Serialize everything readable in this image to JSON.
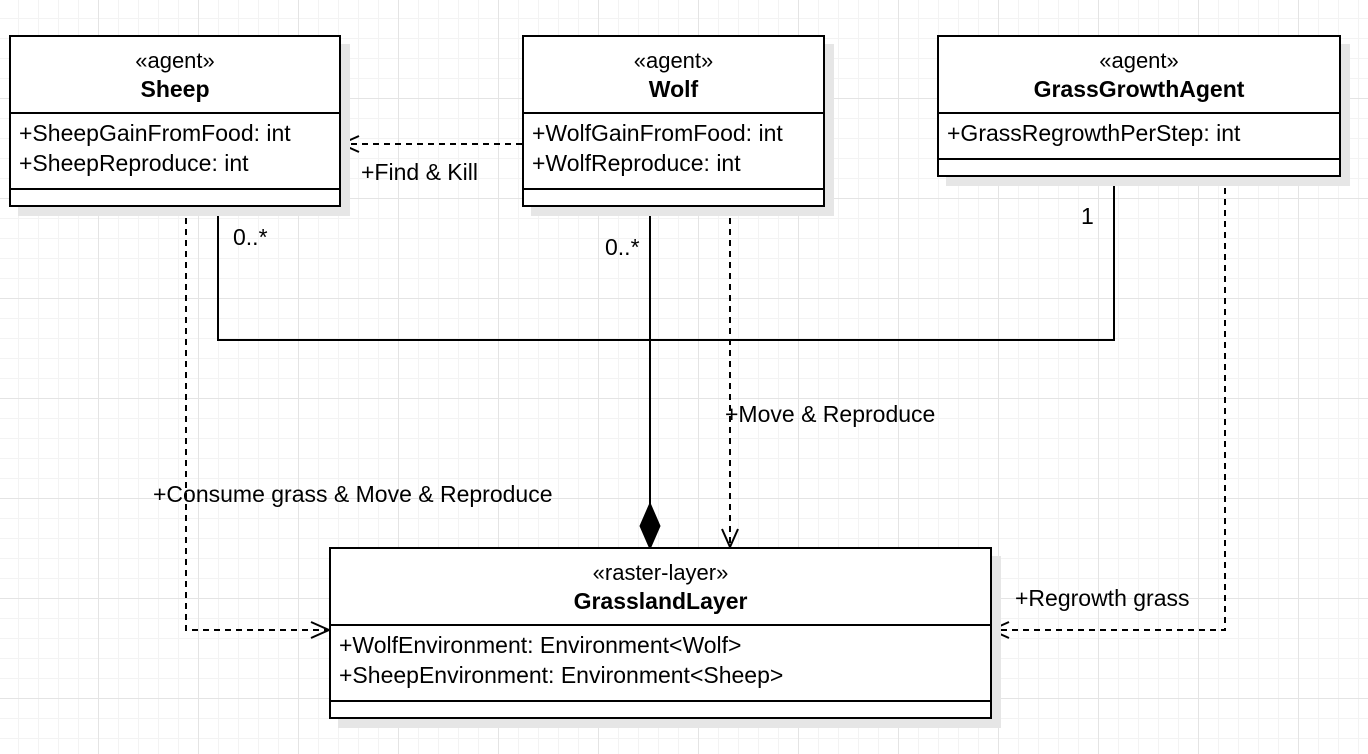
{
  "classes": {
    "sheep": {
      "stereotype": "«agent»",
      "name": "Sheep",
      "attributes": [
        "+SheepGainFromFood: int",
        "+SheepReproduce: int"
      ]
    },
    "wolf": {
      "stereotype": "«agent»",
      "name": "Wolf",
      "attributes": [
        "+WolfGainFromFood: int",
        "+WolfReproduce: int"
      ]
    },
    "grass_growth_agent": {
      "stereotype": "«agent»",
      "name": "GrassGrowthAgent",
      "attributes": [
        "+GrassRegrowthPerStep: int"
      ]
    },
    "grassland_layer": {
      "stereotype": "«raster-layer»",
      "name": "GrasslandLayer",
      "attributes": [
        "+WolfEnvironment: Environment<Wolf>",
        "+SheepEnvironment: Environment<Sheep>"
      ]
    }
  },
  "relations": {
    "find_kill": "+Find & Kill",
    "move_reproduce": "+Move & Reproduce",
    "consume_move_reproduce": "+Consume grass & Move & Reproduce",
    "regrowth_grass": "+Regrowth grass"
  },
  "multiplicities": {
    "sheep": "0..*",
    "wolf": "0..*",
    "grass_growth_agent": "1"
  }
}
